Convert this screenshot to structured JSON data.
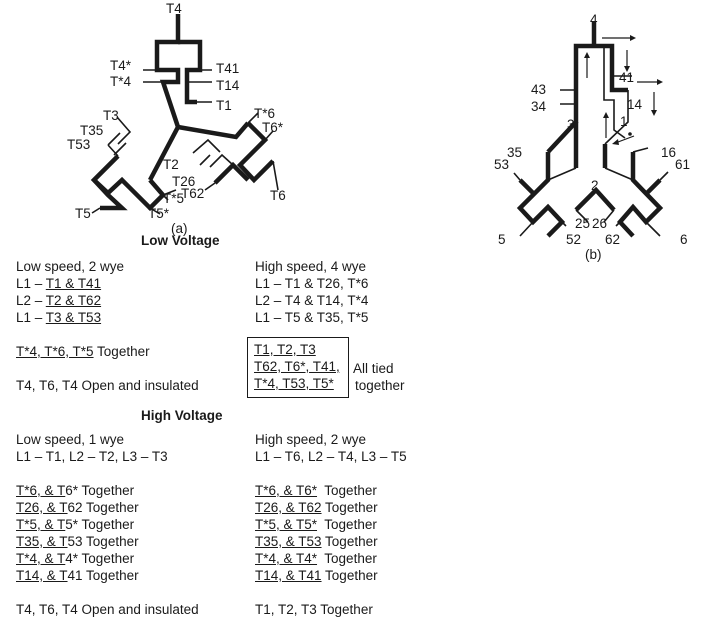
{
  "diagram_a": {
    "labels": {
      "t4": "T4",
      "t4star": "T4*",
      "tstar4": "T*4",
      "t41": "T41",
      "t14": "T14",
      "t1": "T1",
      "tstar6": "T*6",
      "t6star": "T6*",
      "t3": "T3",
      "t35": "T35",
      "t53": "T53",
      "t2": "T2",
      "t26": "T26",
      "t62": "T62",
      "tstar5": "T*5",
      "t5": "T5",
      "t5star": "T5*",
      "t6": "T6"
    },
    "caption": "(a)"
  },
  "diagram_b": {
    "labels": {
      "n4": "4",
      "n43": "43",
      "n34": "34",
      "n3": "3",
      "n41": "41",
      "n14": "14",
      "n1": "1",
      "n35": "35",
      "n53": "53",
      "n16": "16",
      "n61": "61",
      "n2": "2",
      "n25": "25",
      "n26": "26",
      "n5": "5",
      "n52": "52",
      "n62": "62",
      "n6": "6"
    },
    "caption": "(b)"
  },
  "low_voltage": {
    "title": "Low Voltage",
    "left_heading": "Low speed, 2 wye",
    "left_lines": [
      {
        "prefix": "L1 – ",
        "text": "T1 & T41"
      },
      {
        "prefix": "L2 – ",
        "text": "T2 & T62"
      },
      {
        "prefix": "L1 – ",
        "text": "T3 & T53"
      }
    ],
    "together_underlined": "T*4, T*6, T*5",
    "together_suffix": " Together",
    "open_line": "T4, T6, T4 Open and insulated",
    "right_heading": "High speed, 4 wye",
    "right_lines": [
      "L1 – T1 & T26, T*6",
      "L2 – T4 & T14, T*4",
      "L1 – T5 & T35, T*5"
    ],
    "box_lines": [
      "T1, T2, T3",
      "T62, T6*, T41,",
      "T*4, T53, T5*"
    ],
    "box_note_1": "All tied",
    "box_note_2": "together"
  },
  "high_voltage": {
    "title": "High Voltage",
    "left_heading": "Low speed, 1 wye",
    "left_line": "L1 – T1, L2 – T2, L3 – T3",
    "left_pairs": [
      {
        "u": "T*6, & T",
        "rest": "6* Together"
      },
      {
        "u": "T26, & T",
        "rest": "62 Together"
      },
      {
        "u": "T*5, & T",
        "rest": "5* Together"
      },
      {
        "u": "T35, & T",
        "rest": "53 Together"
      },
      {
        "u": "T*4, & T",
        "rest": "4* Together"
      },
      {
        "u": "T14, & T",
        "rest": "41 Together"
      }
    ],
    "left_footer": "T4, T6, T4 Open and insulated",
    "right_heading": "High speed, 2 wye",
    "right_line": "L1 – T6, L2 – T4, L3 – T5",
    "right_pairs": [
      {
        "u": "T*6, & T6*",
        "rest": "  Together"
      },
      {
        "u": "T26, & T62",
        "rest": " Together"
      },
      {
        "u": "T*5, & T5*",
        "rest": "  Together"
      },
      {
        "u": "T35, & T53",
        "rest": " Together"
      },
      {
        "u": "T*4, & T4*",
        "rest": "  Together"
      },
      {
        "u": "T14, & T41",
        "rest": " Together"
      }
    ],
    "right_footer": "T1, T2, T3 Together"
  }
}
